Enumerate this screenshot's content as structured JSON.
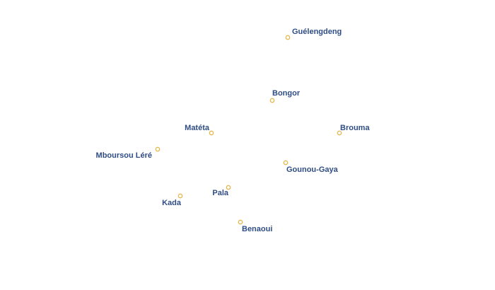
{
  "map": {
    "colors": {
      "marker_stroke": "#e8b64a",
      "marker_fill": "#ffffff",
      "label_fill": "#2f4d84",
      "label_halo": "#ffffff",
      "background": "#ffffff"
    },
    "places": [
      {
        "name": "Guélengdeng"
      },
      {
        "name": "Bongor"
      },
      {
        "name": "Matéta"
      },
      {
        "name": "Brouma"
      },
      {
        "name": "Mboursou Léré"
      },
      {
        "name": "Gounou-Gaya"
      },
      {
        "name": "Pala"
      },
      {
        "name": "Kada"
      },
      {
        "name": "Benaoui"
      }
    ]
  }
}
